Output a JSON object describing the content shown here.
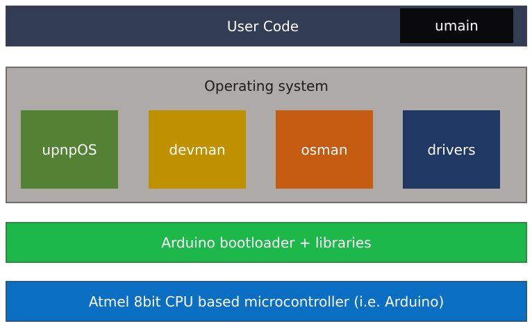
{
  "user_code": {
    "label": "User Code",
    "umain_label": "umain"
  },
  "os": {
    "title": "Operating system",
    "modules": [
      {
        "label": "upnpOS",
        "color": "#548235"
      },
      {
        "label": "devman",
        "color": "#bf9000"
      },
      {
        "label": "osman",
        "color": "#c55a11"
      },
      {
        "label": "drivers",
        "color": "#203864"
      }
    ]
  },
  "bootloader": {
    "label": "Arduino bootloader + libraries"
  },
  "mcu": {
    "label": "Atmel 8bit CPU based microcontroller (i.e. Arduino)"
  },
  "colors": {
    "user_code_bg": "#323d53",
    "umain_bg": "#0a0a0c",
    "os_bg": "#aeaaa8",
    "bootloader_bg": "#1db84a",
    "mcu_bg": "#0a6fc2"
  }
}
